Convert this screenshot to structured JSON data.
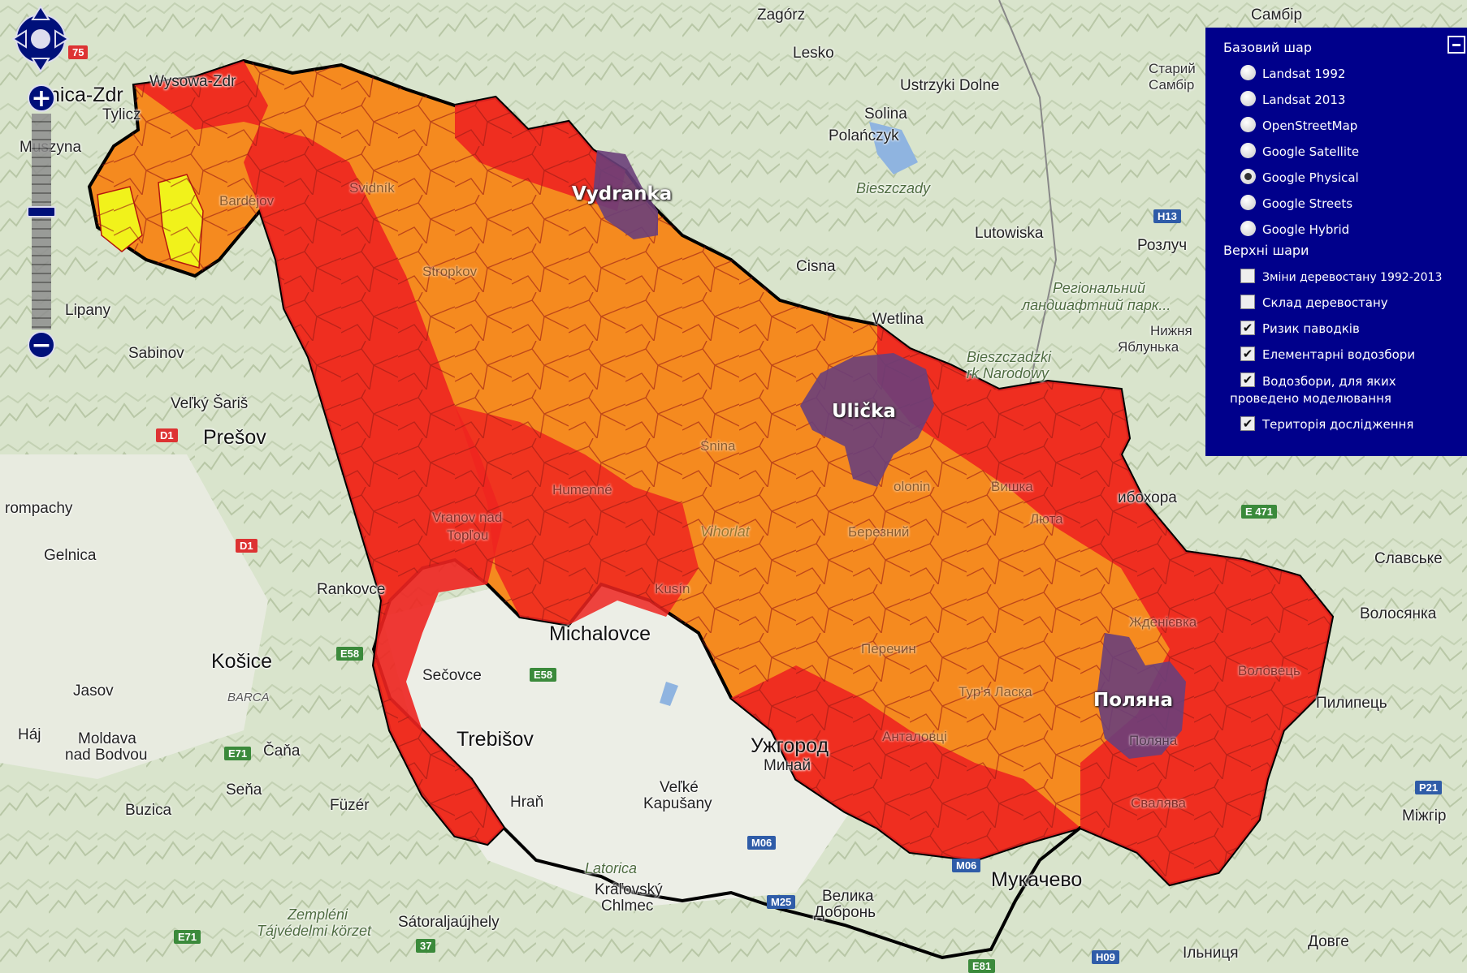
{
  "colors": {
    "high_risk": "#ee2420",
    "medium_risk": "#f58a1f",
    "low_risk": "#f1f21b",
    "modeled": "#6a3f7a",
    "boundary": "#000000",
    "panel_bg": "#00008b"
  },
  "icons": [
    "pan-arrows-icon",
    "zoom-in-icon",
    "zoom-out-icon",
    "collapse-icon"
  ],
  "layers": {
    "base_title": "Базовий шар",
    "base_options": [
      {
        "label": "Landsat 1992",
        "selected": false
      },
      {
        "label": "Landsat 2013",
        "selected": false
      },
      {
        "label": "OpenStreetMap",
        "selected": false
      },
      {
        "label": "Google Satellite",
        "selected": false
      },
      {
        "label": "Google Physical",
        "selected": true
      },
      {
        "label": "Google Streets",
        "selected": false
      },
      {
        "label": "Google Hybrid",
        "selected": false
      }
    ],
    "overlay_title": "Верхні шари",
    "overlays": [
      {
        "label": "Зміни деревостану 1992-2013",
        "checked": false
      },
      {
        "label": "Склад деревостану",
        "checked": false
      },
      {
        "label": "Ризик паводків",
        "checked": true
      },
      {
        "label": "Елементарні водозбори",
        "checked": true
      },
      {
        "label": "Водозбори, для яких",
        "label2": "проведено моделювання",
        "checked": true
      },
      {
        "label": "Територія дослідження",
        "checked": true
      }
    ]
  },
  "watersheds": {
    "vydranka": "Vydranka",
    "ulicka": "Ulička",
    "polyana": "Поляна"
  },
  "places": {
    "zagorz": "Zagórz",
    "sambir": "Самбір",
    "lesko": "Lesko",
    "ustrzyki": "Ustrzyki Dolne",
    "staryi": "Старий",
    "sambir2": "Самбір",
    "solina": "Solina",
    "polanczyk": "Polańczyk",
    "bieszczady": "Bieszczady",
    "lutowiska": "Lutowiska",
    "rozluch": "Розлуч",
    "cisna": "Cisna",
    "wetlina": "Wetlina",
    "regional1": "Регіональний",
    "regional2": "ландшафтний парк...",
    "nyzhnia1": "Нижня",
    "nyzhnia2": "Яблунька",
    "bpn1": "Bieszczadzki",
    "bpn2": "rk Narodowy",
    "nica": "nica-Zdr",
    "tylicz": "Tylicz",
    "muszyna": "Muszyna",
    "wysowa": "Wysowa-Zdr",
    "lipany": "Lipany",
    "sabinov": "Sabinov",
    "velky_saris": "Veľký Šariš",
    "presov": "Prešov",
    "kompachy": "rompachy",
    "gelnica": "Gelnica",
    "rankovce": "Rankovce",
    "kosice": "Košice",
    "barca": "BARCA",
    "jasov": "Jasov",
    "haj": "Háj",
    "moldava1": "Moldava",
    "moldava2": "nad Bodvou",
    "cana": "Čaňa",
    "sena": "Seňa",
    "buzica": "Buzica",
    "fuzer": "Füzér",
    "trebisov": "Trebišov",
    "hran": "Hraň",
    "secovce": "Sečovce",
    "michalovce": "Michalovce",
    "velke1": "Veľké",
    "velke2": "Kapušany",
    "uzhhorod": "Ужгород",
    "mynai": "Минай",
    "latorica": "Latorica",
    "kralovsky1": "Kráľovský",
    "kralovsky2": "Chlmec",
    "velyka1": "Велика",
    "velyka2": "Добронь",
    "zemplen1": "Zempléni",
    "zemplen2": "Tájvédelmi körzet",
    "satoral": "Sátoraljaújhely",
    "mukachevo": "Мукачево",
    "ilnytsia": "Ільниця",
    "dovhe": "Довге",
    "mizhhir": "Міжгір",
    "pylypets": "Пилипець",
    "volosianka": "Волосянка",
    "slavske": "Славське",
    "vybokhora": "ибохора",
    "snina": "Snina",
    "humenne": "Humenné",
    "stropkov": "Stropkov",
    "svidnik": "Svidník",
    "bardejov": "Bardejov",
    "vranov1": "Vranov nad",
    "vranov2": "Topľou",
    "kojsov": "Kusín",
    "vihorlat": "Vihorlat",
    "vyshka": "Вишка",
    "liuta": "Люта",
    "zhdenivka": "Жденієвка",
    "volovets": "Воловець",
    "svaliava": "Свалява",
    "turia": "Тур'я Ласка",
    "antalovtsi": "Анталовці",
    "polyana_small": "Поляна",
    "perechyn": "Перечин",
    "berezny": "Березний",
    "chornoholova": "olonin"
  },
  "roads": {
    "r75": "75",
    "h13": "H13",
    "d1a": "D1",
    "d1b": "D1",
    "e58a": "E58",
    "e58b": "E58",
    "e71a": "E71",
    "e71b": "E71",
    "r37": "37",
    "m06a": "M06",
    "m06b": "M06",
    "m25": "M25",
    "e81": "E81",
    "h09": "H09",
    "e471": "E 471",
    "p21": "P21"
  }
}
